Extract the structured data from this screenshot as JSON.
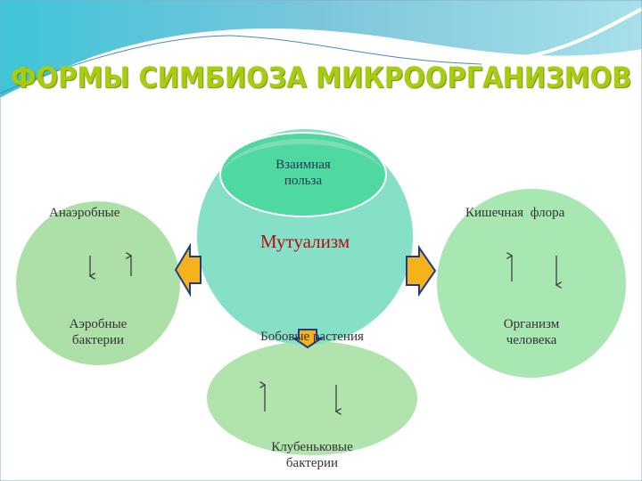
{
  "title": "ФОРМЫ СИМБИОЗА МИКРООРГАНИЗМОВ",
  "center": {
    "top_label": "Взаимная польза",
    "main_label": "Мутуализм"
  },
  "left": {
    "top_label": "Анаэробные",
    "bottom_label": "Аэробные бактерии"
  },
  "right": {
    "top_label": "Кишечная флора",
    "bottom_label": "Организм человека"
  },
  "bottom": {
    "top_label": "Бобовые растения",
    "bottom_label": "Клубеньковые бактерии"
  },
  "colors": {
    "main_circle": "#86e0c8",
    "top_ellipse": "#4fd8a0",
    "side_circles": "#a4e0a0",
    "arrows": "#f5b21a",
    "arrow_outline": "#1f3c8c",
    "title": "#a8cc10",
    "mutualism_text": "#b01010"
  }
}
